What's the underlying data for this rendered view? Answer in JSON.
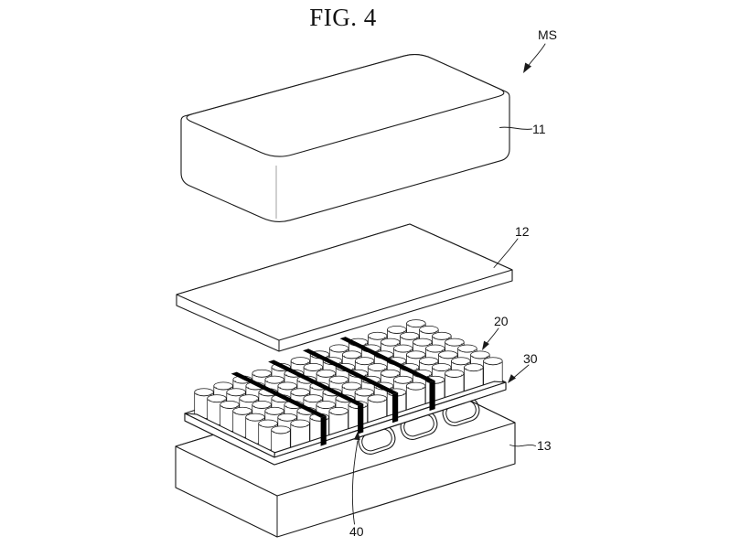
{
  "figure": {
    "title": "FIG. 4",
    "labels": {
      "ms": "MS",
      "n11": "11",
      "n12": "12",
      "n13": "13",
      "n20": "20",
      "n30": "30",
      "n40": "40"
    }
  },
  "colors": {
    "ink": "#1a1a1a",
    "strap": "#000000",
    "background": "#ffffff"
  }
}
